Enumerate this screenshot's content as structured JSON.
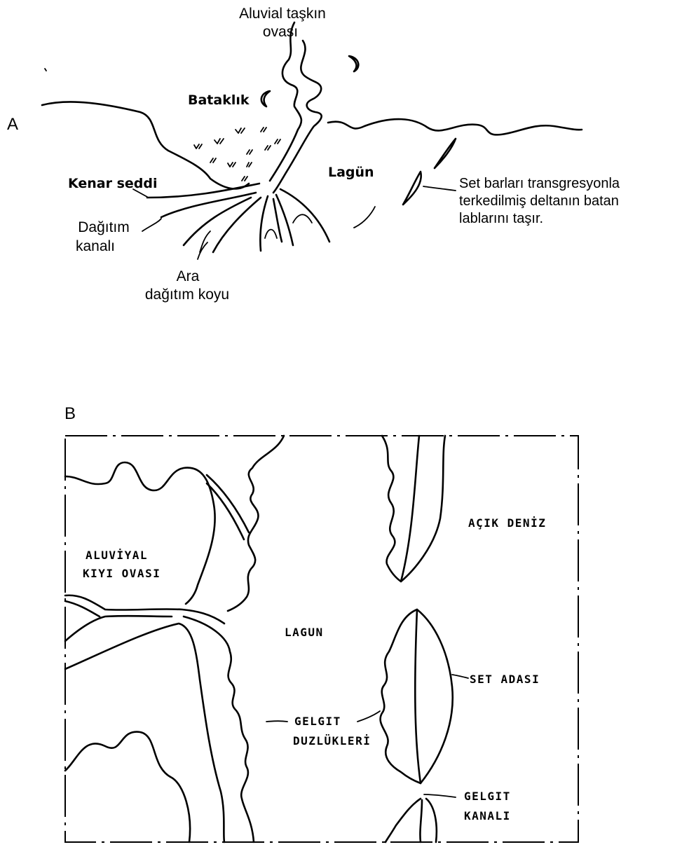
{
  "panel_a": {
    "letter": "A",
    "labels": {
      "alluvial_line1": "Aluvial  taşkın",
      "alluvial_line2": "ovası",
      "marsh": "Bataklık",
      "lagoon": "Lagün",
      "levee": "Kenar  seddi",
      "channel_line1": "Dağıtım",
      "channel_line2": "kanalı",
      "bay_line1": "Ara",
      "bay_line2": "dağıtım koyu",
      "barrier_line1": "Set barları transgresyonla",
      "barrier_line2": "terkedilmiş deltanın batan",
      "barrier_line3": "lablarını taşır."
    }
  },
  "panel_b": {
    "letter": "B",
    "labels": {
      "open_sea": "AÇIK  DENİZ",
      "alluvial_line1": "ALUVİYAL",
      "alluvial_line2": "KIYI  OVASI",
      "lagoon": "LAGUN",
      "barrier_island": "SET  ADASI",
      "tidal_flats_line1": "GELGIT",
      "tidal_flats_line2": "DUZLÜKLERİ",
      "tidal_channel_line1": "GELGIT",
      "tidal_channel_line2": "KANALI"
    }
  }
}
